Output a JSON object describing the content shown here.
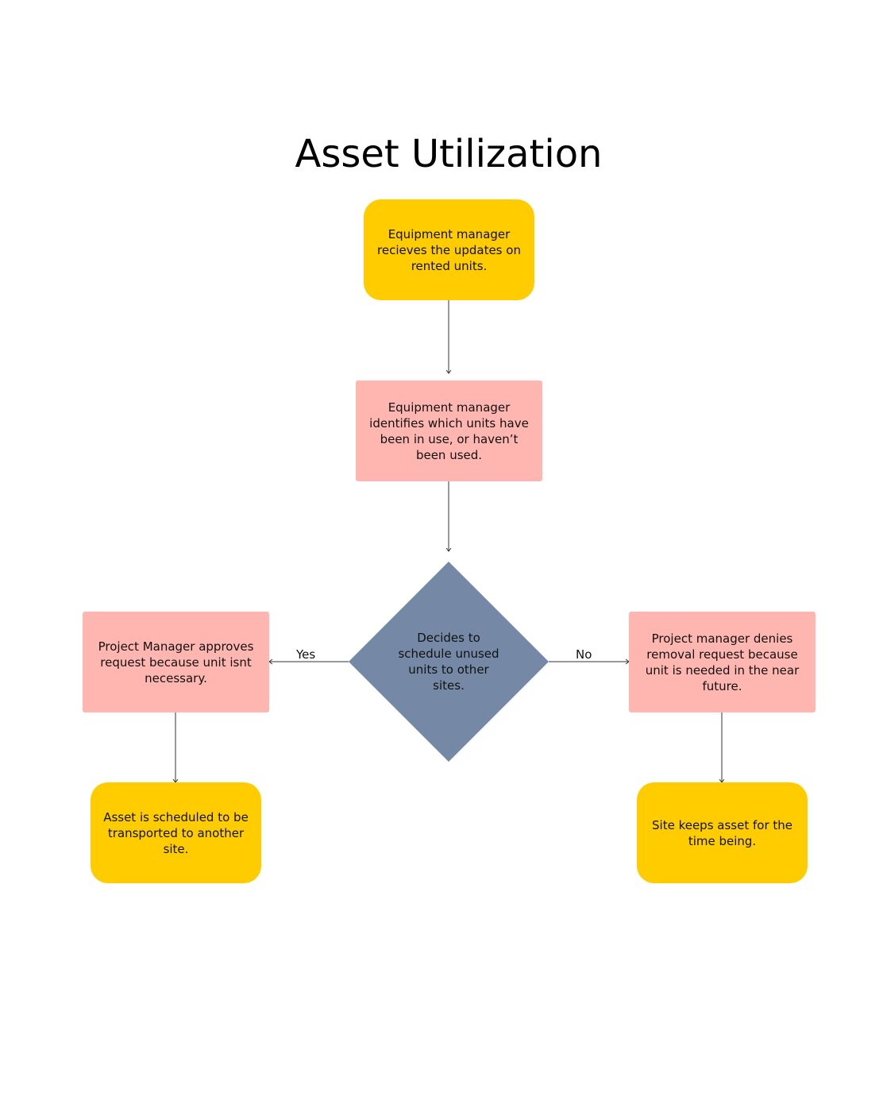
{
  "title": "Asset Utilization",
  "colors": {
    "terminal": "#FFCC00",
    "process": "#FFB6B1",
    "decision": "#7589A6",
    "line": "#333333"
  },
  "nodes": {
    "start": "Equipment manager recieves the updates on rented units.",
    "identify": "Equipment manager identifies which units have been in use, or haven’t been used.",
    "decision": "Decides to schedule unused units to other sites.",
    "approve": "Project Manager approves request because unit isnt necessary.",
    "deny": "Project manager denies removal request because unit is needed in the near future.",
    "transport": "Asset is scheduled to be transported to another site.",
    "keep": "Site keeps asset for the time being."
  },
  "edges": {
    "yes_label": "Yes",
    "no_label": "No"
  }
}
